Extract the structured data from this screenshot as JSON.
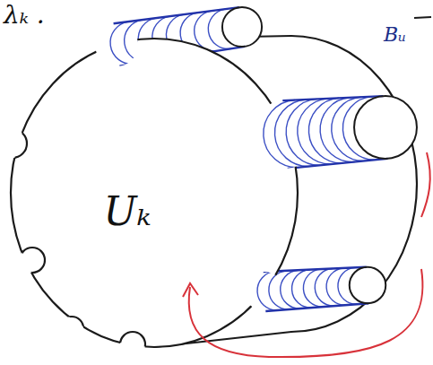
{
  "diagram": {
    "nodes": [
      {
        "text": [
          "Uₖ"
        ]
      }
    ],
    "labels": [
      "λₖ .",
      "Bᵤ"
    ]
  }
}
